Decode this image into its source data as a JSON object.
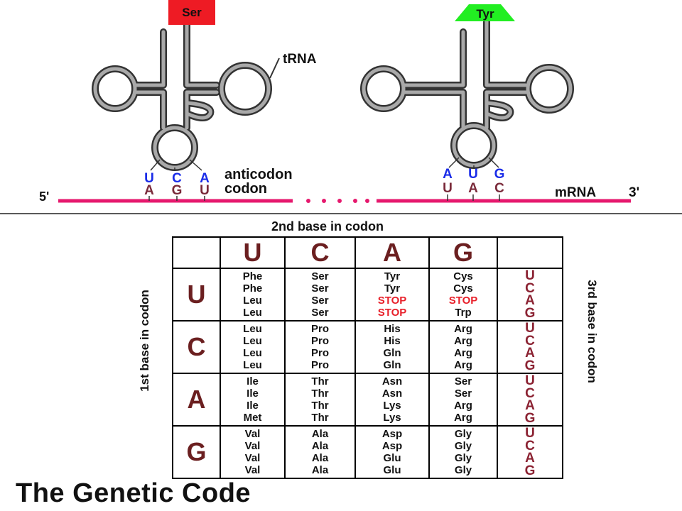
{
  "title": "The Genetic Code",
  "trna": {
    "left": {
      "amino_acid": "Ser",
      "anticodon": [
        "U",
        "C",
        "A"
      ],
      "codon": [
        "A",
        "G",
        "U"
      ]
    },
    "right": {
      "amino_acid": "Tyr",
      "anticodon": [
        "A",
        "U",
        "G"
      ],
      "codon": [
        "U",
        "A",
        "C"
      ]
    },
    "trna_label": "tRNA",
    "anticodon_label": "anticodon",
    "codon_label": "codon"
  },
  "mrna": {
    "five_prime": "5'",
    "label": "mRNA",
    "three_prime": "3'"
  },
  "table": {
    "second_base_label": "2nd base in codon",
    "first_base_label": "1st base in codon",
    "third_base_label": "3rd base in codon",
    "columns": [
      "U",
      "C",
      "A",
      "G"
    ],
    "rows": [
      {
        "base": "U",
        "cells": [
          [
            "Phe",
            "Phe",
            "Leu",
            "Leu"
          ],
          [
            "Ser",
            "Ser",
            "Ser",
            "Ser"
          ],
          [
            "Tyr",
            "Tyr",
            "STOP",
            "STOP"
          ],
          [
            "Cys",
            "Cys",
            "STOP",
            "Trp"
          ]
        ],
        "third": [
          "U",
          "C",
          "A",
          "G"
        ]
      },
      {
        "base": "C",
        "cells": [
          [
            "Leu",
            "Leu",
            "Leu",
            "Leu"
          ],
          [
            "Pro",
            "Pro",
            "Pro",
            "Pro"
          ],
          [
            "His",
            "His",
            "Gln",
            "Gln"
          ],
          [
            "Arg",
            "Arg",
            "Arg",
            "Arg"
          ]
        ],
        "third": [
          "U",
          "C",
          "A",
          "G"
        ]
      },
      {
        "base": "A",
        "cells": [
          [
            "Ile",
            "Ile",
            "Ile",
            "Met"
          ],
          [
            "Thr",
            "Thr",
            "Thr",
            "Thr"
          ],
          [
            "Asn",
            "Asn",
            "Lys",
            "Lys"
          ],
          [
            "Ser",
            "Ser",
            "Arg",
            "Arg"
          ]
        ],
        "third": [
          "U",
          "C",
          "A",
          "G"
        ]
      },
      {
        "base": "G",
        "cells": [
          [
            "Val",
            "Val",
            "Val",
            "Val"
          ],
          [
            "Ala",
            "Ala",
            "Ala",
            "Ala"
          ],
          [
            "Asp",
            "Asp",
            "Glu",
            "Glu"
          ],
          [
            "Gly",
            "Gly",
            "Gly",
            "Gly"
          ]
        ],
        "third": [
          "U",
          "C",
          "A",
          "G"
        ]
      }
    ]
  },
  "colors": {
    "ser_box": "#ee1b24",
    "tyr_box": "#22ee22",
    "mrna_line": "#e6196e",
    "anticodon_text": "#1a2ce8",
    "codon_text": "#7a2a3a",
    "base_letter": "#6b1f20",
    "stop_text": "#e8202a",
    "trna_outline": "#333333",
    "trna_fill": "#a9a9a9"
  }
}
